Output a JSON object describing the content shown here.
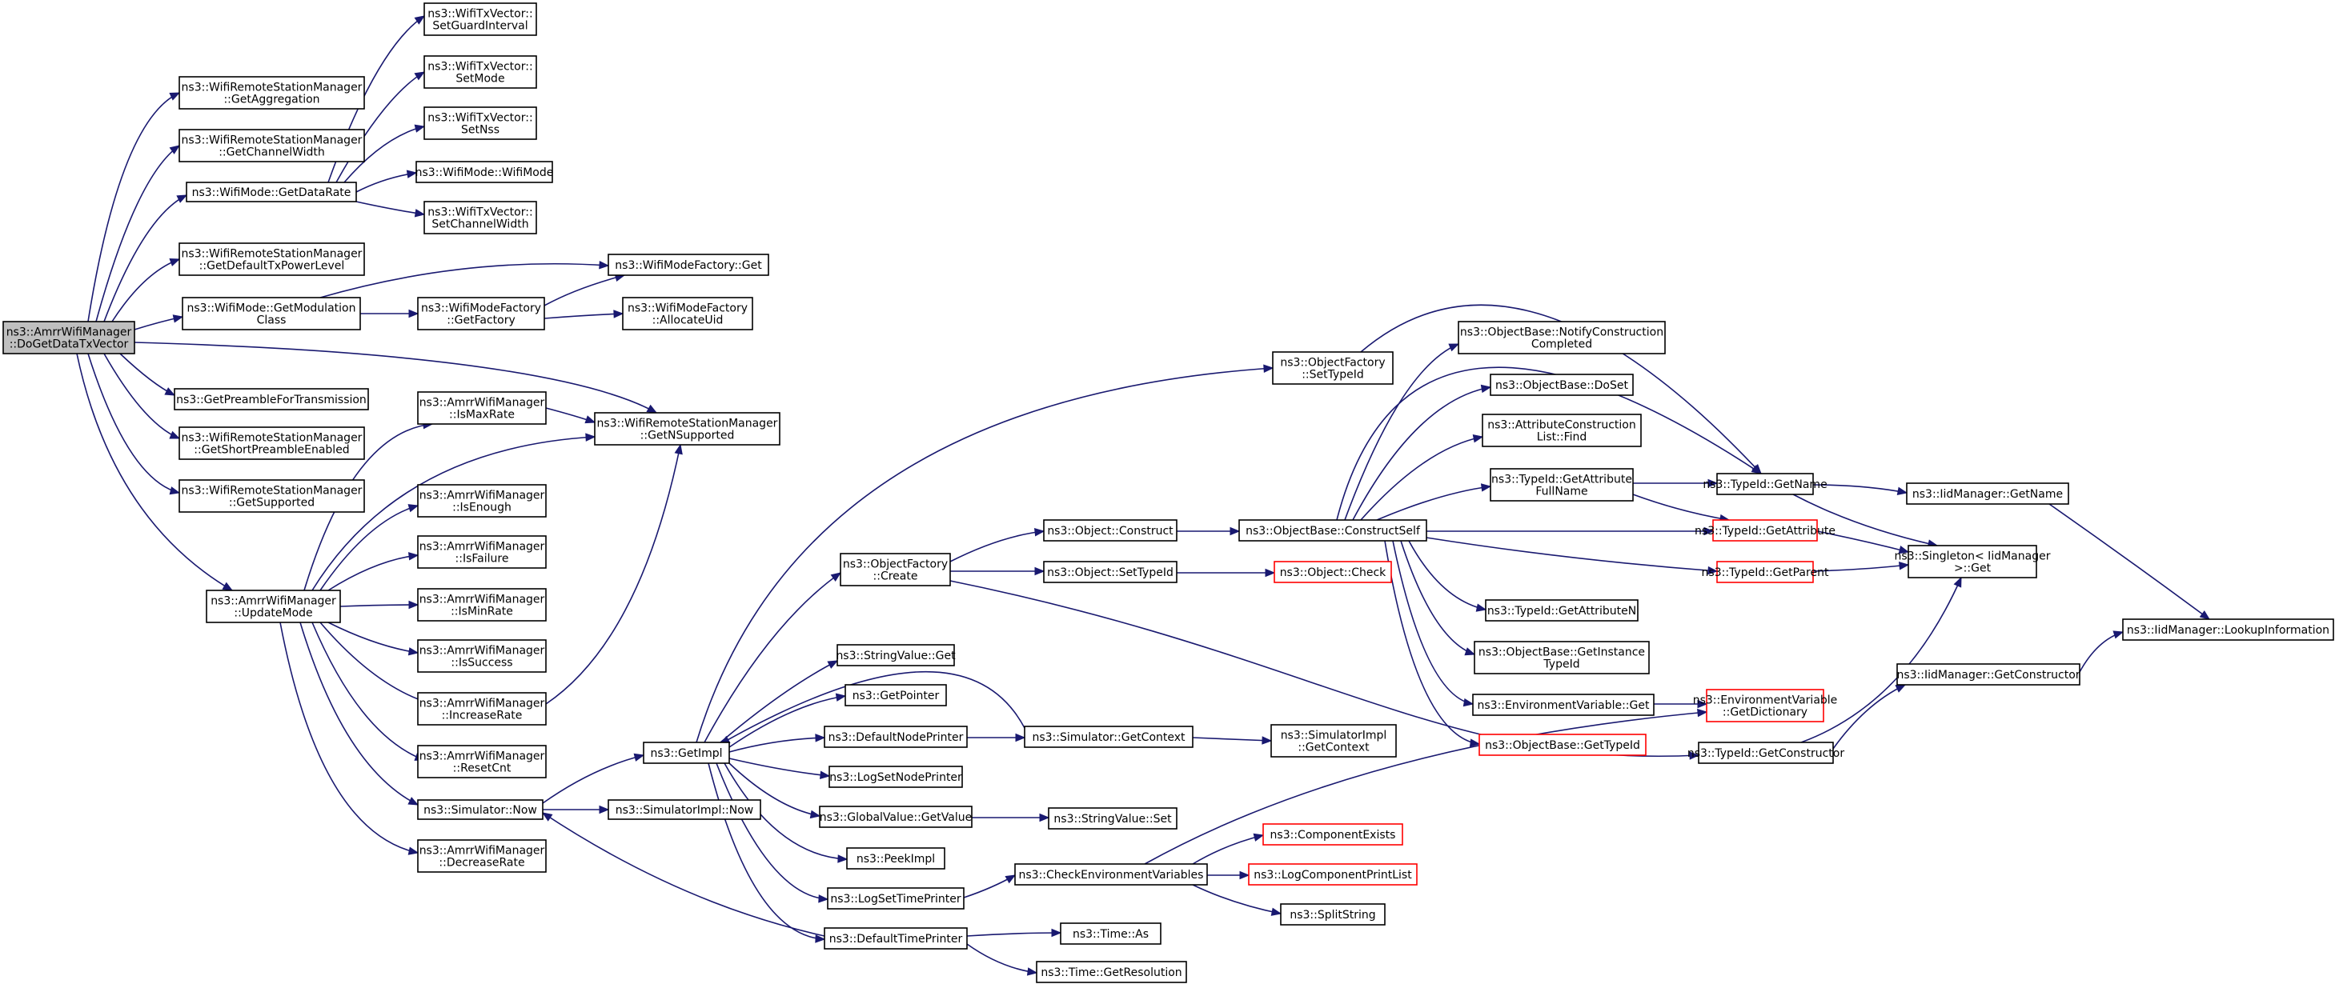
{
  "colors": {
    "edge": "#191970",
    "root_fill": "#bfbfbf",
    "node_fill": "#ffffff",
    "node_border": "#000000",
    "unresolved_border": "#ff0000"
  },
  "nodes": [
    {
      "id": "root",
      "lines": [
        "ns3::AmrrWifiManager",
        "::DoGetDataTxVector"
      ],
      "style": "root"
    },
    {
      "id": "getAggregation",
      "lines": [
        "ns3::WifiRemoteStationManager",
        "::GetAggregation"
      ]
    },
    {
      "id": "getChannelWidth",
      "lines": [
        "ns3::WifiRemoteStationManager",
        "::GetChannelWidth"
      ]
    },
    {
      "id": "getDataRate",
      "lines": [
        "ns3::WifiMode::GetDataRate"
      ]
    },
    {
      "id": "getDefaultTxPowerLevel",
      "lines": [
        "ns3::WifiRemoteStationManager",
        "::GetDefaultTxPowerLevel"
      ]
    },
    {
      "id": "getModulationClass",
      "lines": [
        "ns3::WifiMode::GetModulation",
        "Class"
      ]
    },
    {
      "id": "getPreamble",
      "lines": [
        "ns3::GetPreambleForTransmission"
      ]
    },
    {
      "id": "getShortPreamble",
      "lines": [
        "ns3::WifiRemoteStationManager",
        "::GetShortPreambleEnabled"
      ]
    },
    {
      "id": "getSupported",
      "lines": [
        "ns3::WifiRemoteStationManager",
        "::GetSupported"
      ]
    },
    {
      "id": "updateMode",
      "lines": [
        "ns3::AmrrWifiManager",
        "::UpdateMode"
      ]
    },
    {
      "id": "setGuardInterval",
      "lines": [
        "ns3::WifiTxVector::",
        "SetGuardInterval"
      ]
    },
    {
      "id": "setMode",
      "lines": [
        "ns3::WifiTxVector::",
        "SetMode"
      ]
    },
    {
      "id": "setNss",
      "lines": [
        "ns3::WifiTxVector::",
        "SetNss"
      ]
    },
    {
      "id": "wifiModeCtor",
      "lines": [
        "ns3::WifiMode::WifiMode"
      ]
    },
    {
      "id": "setChannelWidth",
      "lines": [
        "ns3::WifiTxVector::",
        "SetChannelWidth"
      ]
    },
    {
      "id": "wifiModeFactoryGetFactory",
      "lines": [
        "ns3::WifiModeFactory",
        "::GetFactory"
      ]
    },
    {
      "id": "wifiModeFactoryGet",
      "lines": [
        "ns3::WifiModeFactory::Get"
      ]
    },
    {
      "id": "allocateUid",
      "lines": [
        "ns3::WifiModeFactory",
        "::AllocateUid"
      ]
    },
    {
      "id": "getNSupported",
      "lines": [
        "ns3::WifiRemoteStationManager",
        "::GetNSupported"
      ]
    },
    {
      "id": "isMaxRate",
      "lines": [
        "ns3::AmrrWifiManager",
        "::IsMaxRate"
      ]
    },
    {
      "id": "isEnough",
      "lines": [
        "ns3::AmrrWifiManager",
        "::IsEnough"
      ]
    },
    {
      "id": "isFailure",
      "lines": [
        "ns3::AmrrWifiManager",
        "::IsFailure"
      ]
    },
    {
      "id": "isMinRate",
      "lines": [
        "ns3::AmrrWifiManager",
        "::IsMinRate"
      ]
    },
    {
      "id": "isSuccess",
      "lines": [
        "ns3::AmrrWifiManager",
        "::IsSuccess"
      ]
    },
    {
      "id": "increaseRate",
      "lines": [
        "ns3::AmrrWifiManager",
        "::IncreaseRate"
      ]
    },
    {
      "id": "resetCnt",
      "lines": [
        "ns3::AmrrWifiManager",
        "::ResetCnt"
      ]
    },
    {
      "id": "simulatorNow",
      "lines": [
        "ns3::Simulator::Now"
      ]
    },
    {
      "id": "decreaseRate",
      "lines": [
        "ns3::AmrrWifiManager",
        "::DecreaseRate"
      ]
    },
    {
      "id": "getImpl",
      "lines": [
        "ns3::GetImpl"
      ]
    },
    {
      "id": "simulatorImplNow",
      "lines": [
        "ns3::SimulatorImpl::Now"
      ]
    },
    {
      "id": "objectFactoryCreate",
      "lines": [
        "ns3::ObjectFactory",
        "::Create"
      ]
    },
    {
      "id": "stringValueGet",
      "lines": [
        "ns3::StringValue::Get"
      ]
    },
    {
      "id": "getPointer",
      "lines": [
        "ns3::GetPointer"
      ]
    },
    {
      "id": "defaultNodePrinter",
      "lines": [
        "ns3::DefaultNodePrinter"
      ]
    },
    {
      "id": "logSetNodePrinter",
      "lines": [
        "ns3::LogSetNodePrinter"
      ]
    },
    {
      "id": "globalValueGetValue",
      "lines": [
        "ns3::GlobalValue::GetValue"
      ]
    },
    {
      "id": "peekImpl",
      "lines": [
        "ns3::PeekImpl"
      ]
    },
    {
      "id": "logSetTimePrinter",
      "lines": [
        "ns3::LogSetTimePrinter"
      ]
    },
    {
      "id": "defaultTimePrinter",
      "lines": [
        "ns3::DefaultTimePrinter"
      ]
    },
    {
      "id": "objectConstruct",
      "lines": [
        "ns3::Object::Construct"
      ]
    },
    {
      "id": "objectSetTypeId",
      "lines": [
        "ns3::Object::SetTypeId"
      ]
    },
    {
      "id": "simulatorGetContext",
      "lines": [
        "ns3::Simulator::GetContext"
      ]
    },
    {
      "id": "stringValueSet",
      "lines": [
        "ns3::StringValue::Set"
      ]
    },
    {
      "id": "checkEnvVars",
      "lines": [
        "ns3::CheckEnvironmentVariables"
      ]
    },
    {
      "id": "timeAs",
      "lines": [
        "ns3::Time::As"
      ]
    },
    {
      "id": "timeGetResolution",
      "lines": [
        "ns3::Time::GetResolution"
      ]
    },
    {
      "id": "objectFactorySetTypeId",
      "lines": [
        "ns3::ObjectFactory",
        "::SetTypeId"
      ]
    },
    {
      "id": "constructSelf",
      "lines": [
        "ns3::ObjectBase::ConstructSelf"
      ]
    },
    {
      "id": "objectCheck",
      "lines": [
        "ns3::Object::Check"
      ],
      "style": "red"
    },
    {
      "id": "simulatorImplGetContext",
      "lines": [
        "ns3::SimulatorImpl",
        "::GetContext"
      ]
    },
    {
      "id": "componentExists",
      "lines": [
        "ns3::ComponentExists"
      ],
      "style": "red"
    },
    {
      "id": "logComponentPrintList",
      "lines": [
        "ns3::LogComponentPrintList"
      ],
      "style": "red"
    },
    {
      "id": "splitString",
      "lines": [
        "ns3::SplitString"
      ]
    },
    {
      "id": "notifyConstructionCompleted",
      "lines": [
        "ns3::ObjectBase::NotifyConstruction",
        "Completed"
      ]
    },
    {
      "id": "objectBaseDoSet",
      "lines": [
        "ns3::ObjectBase::DoSet"
      ]
    },
    {
      "id": "attrConstructionListFind",
      "lines": [
        "ns3::AttributeConstruction",
        "List::Find"
      ]
    },
    {
      "id": "typeIdGetAttributeFullName",
      "lines": [
        "ns3::TypeId::GetAttribute",
        "FullName"
      ]
    },
    {
      "id": "typeIdGetAttributeN",
      "lines": [
        "ns3::TypeId::GetAttributeN"
      ]
    },
    {
      "id": "objectBaseGetInstanceTypeId",
      "lines": [
        "ns3::ObjectBase::GetInstance",
        "TypeId"
      ]
    },
    {
      "id": "envVarGet",
      "lines": [
        "ns3::EnvironmentVariable::Get"
      ]
    },
    {
      "id": "objectBaseGetTypeId",
      "lines": [
        "ns3::ObjectBase::GetTypeId"
      ],
      "style": "red"
    },
    {
      "id": "typeIdGetName",
      "lines": [
        "ns3::TypeId::GetName"
      ]
    },
    {
      "id": "typeIdGetAttribute",
      "lines": [
        "ns3::TypeId::GetAttribute"
      ],
      "style": "red"
    },
    {
      "id": "typeIdGetParent",
      "lines": [
        "ns3::TypeId::GetParent"
      ],
      "style": "red"
    },
    {
      "id": "envVarGetDictionary",
      "lines": [
        "ns3::EnvironmentVariable",
        "::GetDictionary"
      ],
      "style": "red"
    },
    {
      "id": "typeIdGetConstructor",
      "lines": [
        "ns3::TypeId::GetConstructor"
      ]
    },
    {
      "id": "iidManagerGetName",
      "lines": [
        "ns3::IidManager::GetName"
      ]
    },
    {
      "id": "singletonGet",
      "lines": [
        "ns3::Singleton< IidManager",
        " >::Get"
      ]
    },
    {
      "id": "iidManagerGetConstructor",
      "lines": [
        "ns3::IidManager::GetConstructor"
      ]
    },
    {
      "id": "iidManagerLookupInformation",
      "lines": [
        "ns3::IidManager::LookupInformation"
      ]
    }
  ],
  "edges": [
    [
      "root",
      "getAggregation"
    ],
    [
      "root",
      "getChannelWidth"
    ],
    [
      "root",
      "getDataRate"
    ],
    [
      "root",
      "getDefaultTxPowerLevel"
    ],
    [
      "root",
      "getModulationClass"
    ],
    [
      "root",
      "getNSupported"
    ],
    [
      "root",
      "getPreamble"
    ],
    [
      "root",
      "getShortPreamble"
    ],
    [
      "root",
      "getSupported"
    ],
    [
      "root",
      "updateMode"
    ],
    [
      "getDataRate",
      "setGuardInterval"
    ],
    [
      "getDataRate",
      "setMode"
    ],
    [
      "getDataRate",
      "setNss"
    ],
    [
      "getDataRate",
      "wifiModeCtor"
    ],
    [
      "getDataRate",
      "setChannelWidth"
    ],
    [
      "getModulationClass",
      "wifiModeFactoryGet"
    ],
    [
      "getModulationClass",
      "wifiModeFactoryGetFactory"
    ],
    [
      "wifiModeFactoryGetFactory",
      "wifiModeFactoryGet"
    ],
    [
      "wifiModeFactoryGetFactory",
      "allocateUid"
    ],
    [
      "updateMode",
      "isMaxRate"
    ],
    [
      "updateMode",
      "getNSupported"
    ],
    [
      "updateMode",
      "isEnough"
    ],
    [
      "updateMode",
      "isFailure"
    ],
    [
      "updateMode",
      "isMinRate"
    ],
    [
      "updateMode",
      "isSuccess"
    ],
    [
      "updateMode",
      "increaseRate"
    ],
    [
      "updateMode",
      "resetCnt"
    ],
    [
      "updateMode",
      "simulatorNow"
    ],
    [
      "updateMode",
      "decreaseRate"
    ],
    [
      "isMaxRate",
      "getNSupported"
    ],
    [
      "increaseRate",
      "getNSupported"
    ],
    [
      "simulatorNow",
      "getImpl"
    ],
    [
      "simulatorNow",
      "simulatorImplNow"
    ],
    [
      "getImpl",
      "objectFactorySetTypeId"
    ],
    [
      "getImpl",
      "objectFactoryCreate"
    ],
    [
      "getImpl",
      "stringValueGet"
    ],
    [
      "getImpl",
      "getPointer"
    ],
    [
      "getImpl",
      "defaultNodePrinter"
    ],
    [
      "getImpl",
      "logSetNodePrinter"
    ],
    [
      "getImpl",
      "globalValueGetValue"
    ],
    [
      "getImpl",
      "peekImpl"
    ],
    [
      "getImpl",
      "logSetTimePrinter"
    ],
    [
      "getImpl",
      "defaultTimePrinter"
    ],
    [
      "objectFactoryCreate",
      "objectConstruct"
    ],
    [
      "objectFactoryCreate",
      "objectSetTypeId"
    ],
    [
      "objectFactoryCreate",
      "typeIdGetConstructor"
    ],
    [
      "defaultNodePrinter",
      "simulatorGetContext"
    ],
    [
      "simulatorGetContext",
      "getImpl"
    ],
    [
      "simulatorGetContext",
      "simulatorImplGetContext"
    ],
    [
      "globalValueGetValue",
      "stringValueSet"
    ],
    [
      "logSetTimePrinter",
      "checkEnvVars"
    ],
    [
      "defaultTimePrinter",
      "simulatorNow"
    ],
    [
      "defaultTimePrinter",
      "timeAs"
    ],
    [
      "defaultTimePrinter",
      "timeGetResolution"
    ],
    [
      "objectConstruct",
      "constructSelf"
    ],
    [
      "objectSetTypeId",
      "objectCheck"
    ],
    [
      "checkEnvVars",
      "envVarGetDictionary"
    ],
    [
      "checkEnvVars",
      "componentExists"
    ],
    [
      "checkEnvVars",
      "logComponentPrintList"
    ],
    [
      "checkEnvVars",
      "splitString"
    ],
    [
      "objectFactorySetTypeId",
      "typeIdGetName"
    ],
    [
      "constructSelf",
      "notifyConstructionCompleted"
    ],
    [
      "constructSelf",
      "objectBaseDoSet"
    ],
    [
      "constructSelf",
      "attrConstructionListFind"
    ],
    [
      "constructSelf",
      "typeIdGetAttributeFullName"
    ],
    [
      "constructSelf",
      "typeIdGetName"
    ],
    [
      "constructSelf",
      "typeIdGetAttribute"
    ],
    [
      "constructSelf",
      "typeIdGetParent"
    ],
    [
      "constructSelf",
      "typeIdGetAttributeN"
    ],
    [
      "constructSelf",
      "objectBaseGetInstanceTypeId"
    ],
    [
      "constructSelf",
      "envVarGet"
    ],
    [
      "constructSelf",
      "objectBaseGetTypeId"
    ],
    [
      "typeIdGetAttributeFullName",
      "typeIdGetName"
    ],
    [
      "typeIdGetAttributeFullName",
      "typeIdGetAttribute"
    ],
    [
      "envVarGet",
      "envVarGetDictionary"
    ],
    [
      "typeIdGetName",
      "iidManagerGetName"
    ],
    [
      "typeIdGetName",
      "singletonGet"
    ],
    [
      "typeIdGetAttribute",
      "singletonGet"
    ],
    [
      "typeIdGetParent",
      "singletonGet"
    ],
    [
      "typeIdGetConstructor",
      "singletonGet"
    ],
    [
      "typeIdGetConstructor",
      "iidManagerGetConstructor"
    ],
    [
      "iidManagerGetName",
      "iidManagerLookupInformation"
    ],
    [
      "iidManagerGetConstructor",
      "iidManagerLookupInformation"
    ]
  ]
}
